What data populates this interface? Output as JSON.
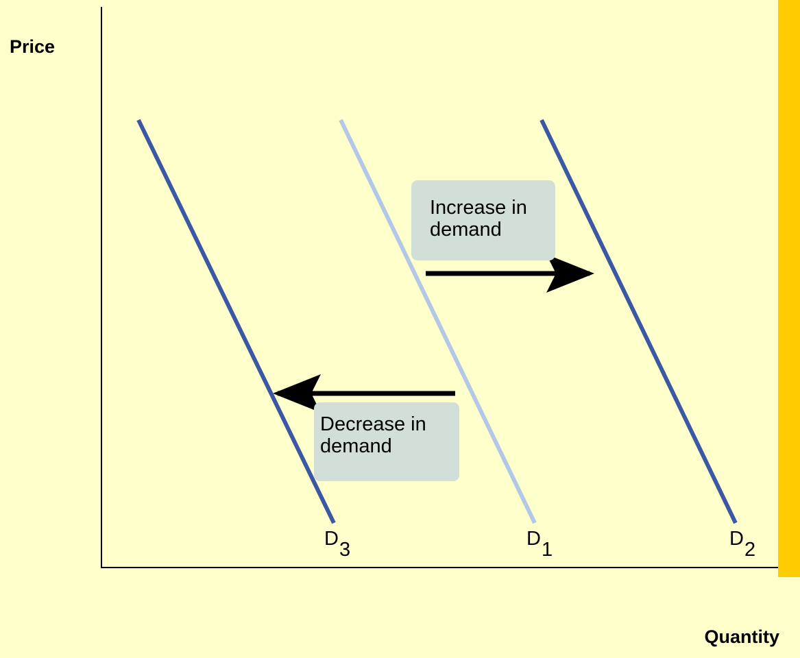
{
  "axes": {
    "y_label": "Price",
    "x_label": "Quantity"
  },
  "curves": [
    {
      "id": "d3",
      "letter": "D",
      "subscript": "3",
      "color": "#3b58a4"
    },
    {
      "id": "d1",
      "letter": "D",
      "subscript": "1",
      "color": "#b3c7e7"
    },
    {
      "id": "d2",
      "letter": "D",
      "subscript": "2",
      "color": "#3b58a4"
    }
  ],
  "annotations": {
    "increase": "Increase in\ndemand",
    "decrease": "Decrease in\ndemand"
  },
  "colors": {
    "background": "#ffffcc",
    "accent_bar": "#ffcc00",
    "callout_fill": "#d2dfd8",
    "arrow": "#000000"
  }
}
